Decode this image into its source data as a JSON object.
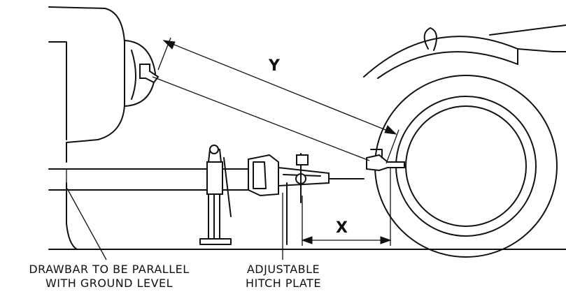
{
  "labels": {
    "dim_y": "Y",
    "dim_x": "X",
    "drawbar": [
      "DRAWBAR TO BE PARALLEL",
      "WITH GROUND LEVEL"
    ],
    "hitch": [
      "ADJUSTABLE",
      "HITCH PLATE"
    ]
  },
  "colors": {
    "ink": "#111111",
    "paper": "#ffffff"
  }
}
